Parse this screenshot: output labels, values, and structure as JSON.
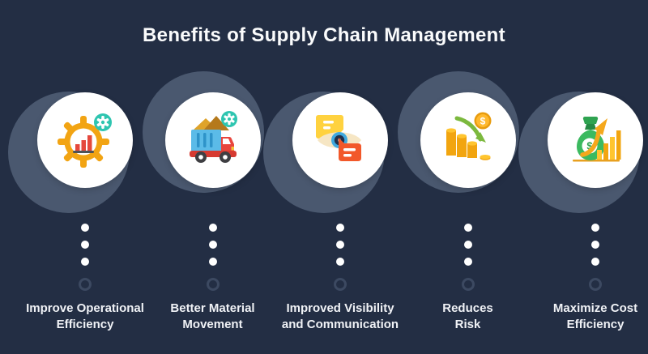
{
  "title": "Benefits of Supply Chain Management",
  "glyphs": {
    "dollar": "$"
  },
  "colors": {
    "background": "#232E44",
    "backing_circle": "#4A586F",
    "circle_fill": "#FFFFFF",
    "title_text": "#FAFBFC",
    "label_text": "#F0F2F6",
    "dotted_ring": "#3C4961",
    "teal_badge": "#2EC5B0",
    "gear_gold": "#F2A413",
    "bar_red": "#E5483C",
    "truck_blue": "#5BBBE8",
    "truck_red": "#E8463E",
    "sand_light": "#DFA32A",
    "sand_dark": "#B5791C",
    "bubble_yellow": "#FFD23F",
    "bubble_orange": "#F2582A",
    "eye_cream": "#F6E6C4",
    "iris_blue": "#3FA9E0",
    "coin_gold": "#F2A50F",
    "coin_light": "#FFC52F",
    "arrow_green": "#7CB93E",
    "bag_green": "#3CBA60",
    "bag_green_dark": "#2FA351",
    "arrow_gold": "#F5A81C"
  },
  "benefits": [
    {
      "icon": "gear-bar-chart-icon",
      "label": "Improve Operational\nEfficiency"
    },
    {
      "icon": "dump-truck-icon",
      "label": "Better Material\nMovement"
    },
    {
      "icon": "eye-communication-icon",
      "label": "Improved Visibility\nand Communication"
    },
    {
      "icon": "falling-coins-icon",
      "label": "Reduces\nRisk"
    },
    {
      "icon": "money-bag-growth-icon",
      "label": "Maximize Cost\nEfficiency"
    }
  ]
}
